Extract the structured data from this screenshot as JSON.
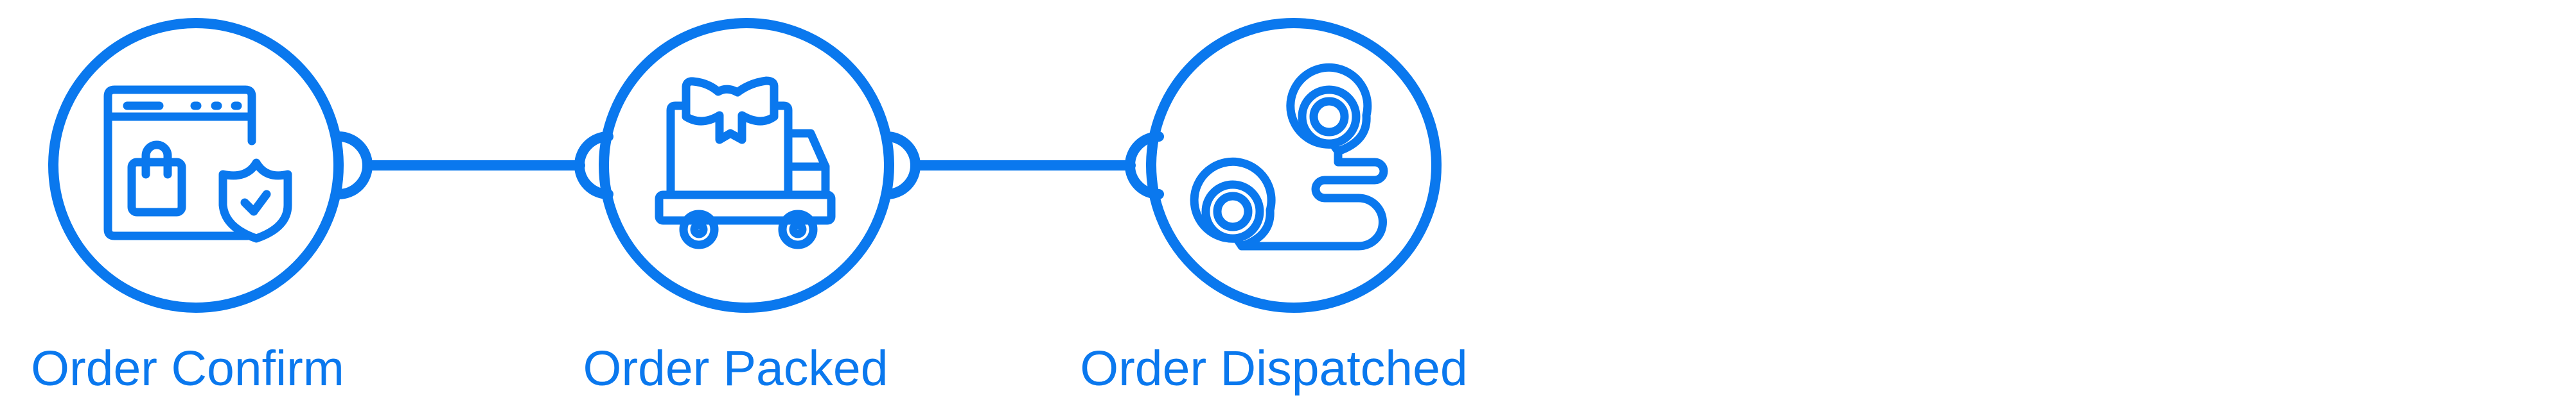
{
  "accent_color": "#0a78ee",
  "steps": [
    {
      "label": "Order Confirm",
      "icon": "online-shop-protected-bag-icon"
    },
    {
      "label": "Order Packed",
      "icon": "delivery-truck-with-gift-box-icon"
    },
    {
      "label": "Order Dispatched",
      "icon": "route-map-pins-icon"
    }
  ]
}
